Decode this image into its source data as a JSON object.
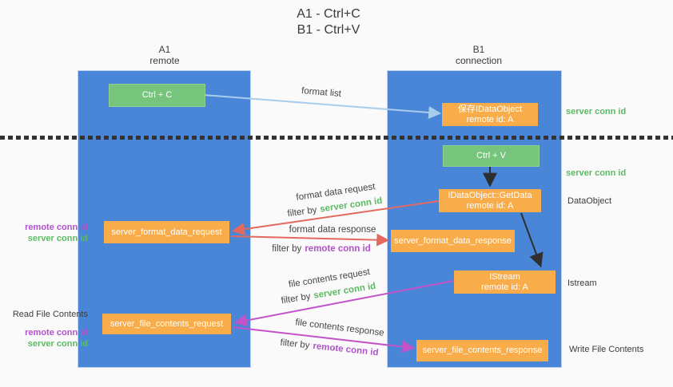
{
  "title": {
    "line1": "A1 - Ctrl+C",
    "line2": "B1 - Ctrl+V"
  },
  "lanes": {
    "left": {
      "name": "A1",
      "role": "remote"
    },
    "right": {
      "name": "B1",
      "role": "connection"
    }
  },
  "nodes": {
    "ctrl_c": {
      "label": "Ctrl + C"
    },
    "save_idataobject": {
      "line1": "保存IDataObject",
      "line2": "remote id: A"
    },
    "ctrl_v": {
      "label": "Ctrl + V"
    },
    "getdata": {
      "line1": "IDataObject::GetData",
      "line2": "remote id: A"
    },
    "format_request": {
      "label": "server_format_data_request"
    },
    "format_response": {
      "label": "server_format_data_response"
    },
    "istream": {
      "line1": "IStream",
      "line2": "remote id: A"
    },
    "file_request": {
      "label": "server_file_contents_request"
    },
    "file_response": {
      "label": "server_file_contents_response"
    }
  },
  "flow_labels": {
    "format_list": "format list",
    "format_data_request": "format data request",
    "format_data_response": "format data response",
    "file_contents_request": "file contents request",
    "file_contents_response": "file contents response",
    "filter_by": "filter by",
    "server_conn_id": "server conn id",
    "remote_conn_id": "remote conn id"
  },
  "side_labels": {
    "server_conn_id_top": "server conn id",
    "server_conn_id_mid": "server conn id",
    "dataobject": "DataObject",
    "istream": "Istream",
    "write_file_contents": "Write File Contents",
    "read_file_contents": "Read File Contents",
    "remote_conn_id_1": "remote conn id",
    "server_conn_id_1": "server conn id",
    "remote_conn_id_2": "remote conn id",
    "server_conn_id_2": "server conn id"
  },
  "colors": {
    "lane_blue": "#4a86d8",
    "box_orange": "#f9ad4a",
    "box_green": "#77c57c",
    "arrow_red": "#e4695e",
    "arrow_magenta": "#c353c9",
    "arrow_light_blue": "#a8cdec",
    "arrow_black": "#2f2f2f",
    "text_green": "#5cba62",
    "text_purple": "#b052c8",
    "text_dark": "#3c3c3c"
  }
}
